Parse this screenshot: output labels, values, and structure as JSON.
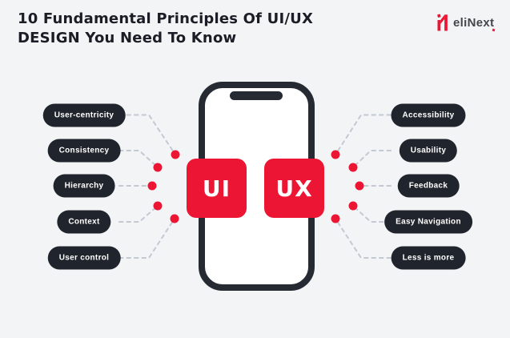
{
  "title": {
    "line1": "10 Fundamental Principles Of UI/UX",
    "line2": "DESIGN You Need To Know"
  },
  "logo": {
    "text": "eliNext",
    "icon": "elinext-n-icon"
  },
  "phone": {
    "ui_label": "UI",
    "ux_label": "UX"
  },
  "left_principles": [
    "User-centricity",
    "Consistency",
    "Hierarchy",
    "Context",
    "User control"
  ],
  "right_principles": [
    "Accessibility",
    "Usability",
    "Feedback",
    "Easy Navigation",
    "Less is more"
  ],
  "colors": {
    "background": "#f3f4f6",
    "accent_red": "#ec1533",
    "pill_dark": "#20242c",
    "phone_outline": "#252a33",
    "connector_gray": "#c3c9d3",
    "title_text": "#1a1d25",
    "logo_text": "#43464d",
    "phone_screen": "#ffffff",
    "pill_text": "#ffffff"
  }
}
